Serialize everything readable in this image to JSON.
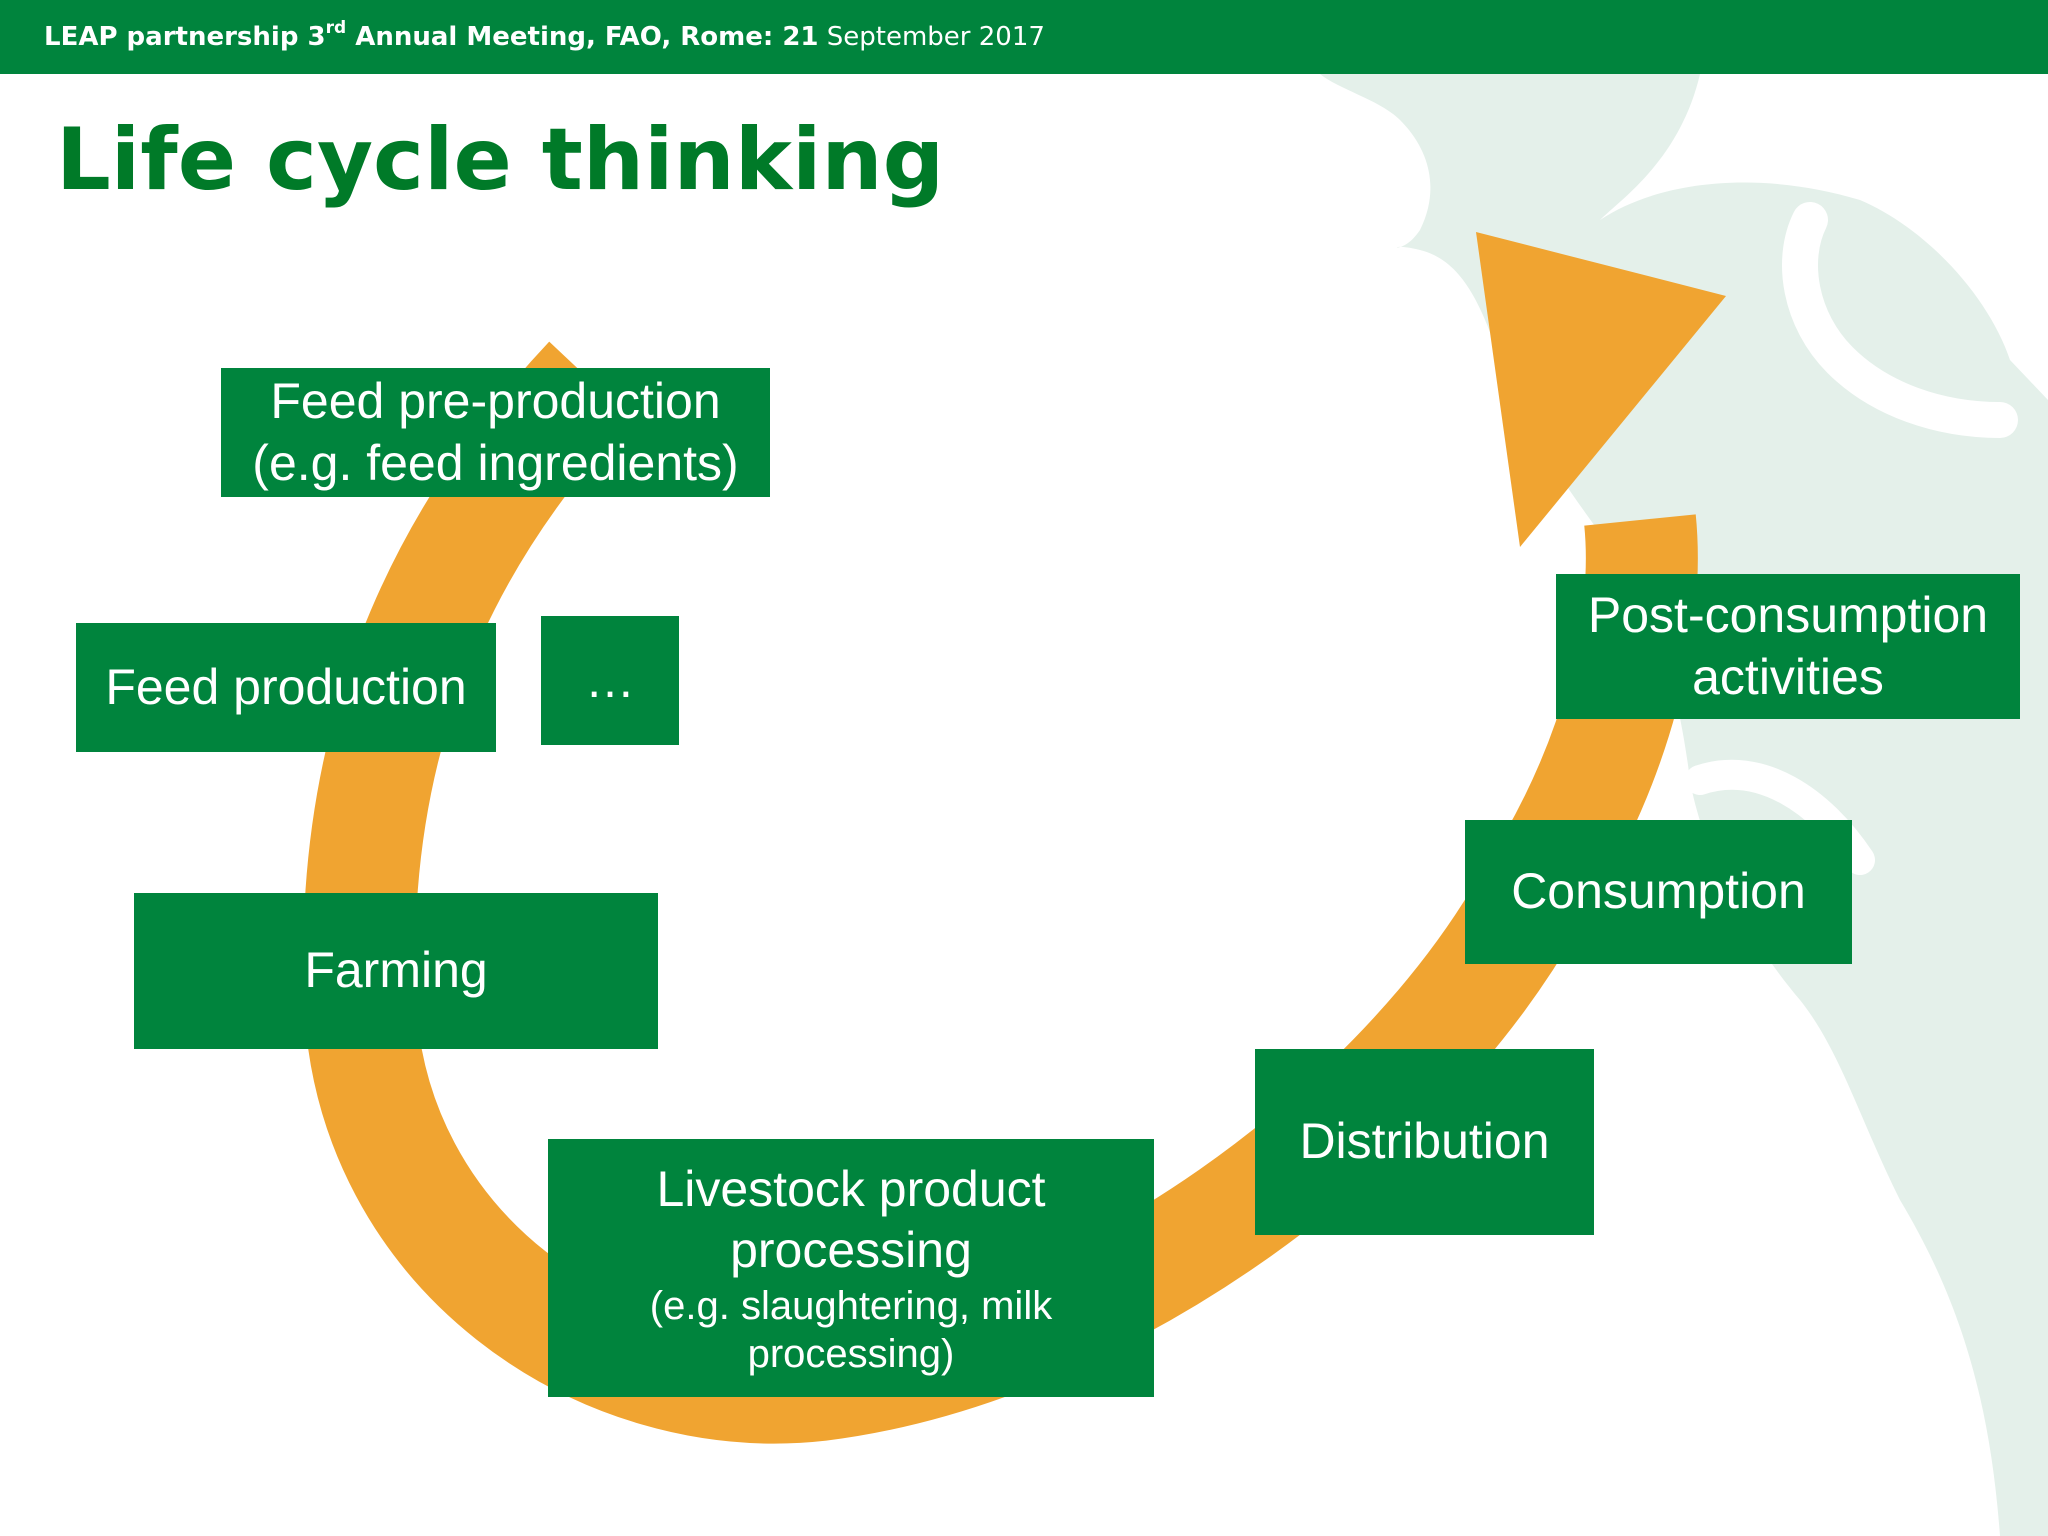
{
  "header": {
    "event_bold": "LEAP partnership 3",
    "superscript": "rd",
    "event_rest": " Annual Meeting, FAO, Rome:  21",
    "date_rest": " September 2017"
  },
  "title": "Life cycle thinking",
  "colors": {
    "brand_green": "#00843d",
    "title_green": "#007a28",
    "arrow_orange": "#f0a431",
    "decoration_tint": "#e4f0ea"
  },
  "stages": {
    "feed_pre_production": {
      "line1": "Feed pre-production",
      "line2": "(e.g. feed ingredients)"
    },
    "feed_production": {
      "label": "Feed production"
    },
    "ellipsis": {
      "label": "…"
    },
    "farming": {
      "label": "Farming"
    },
    "processing": {
      "line1": "Livestock product",
      "line2": "processing",
      "detail1": "(e.g. slaughtering,  milk",
      "detail2": "processing)"
    },
    "distribution": {
      "label": "Distribution"
    },
    "consumption": {
      "label": "Consumption"
    },
    "post_consumption": {
      "line1": "Post-consumption",
      "line2": "activities"
    }
  }
}
